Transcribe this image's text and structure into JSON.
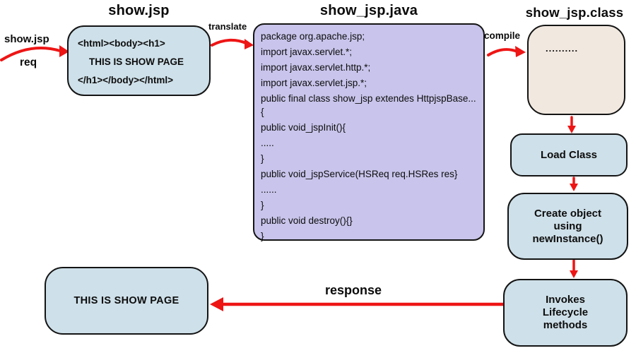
{
  "colors": {
    "background": "#ffffff",
    "box_blue": "#cee0e9",
    "box_purple": "#c8c4eb",
    "box_beige": "#f1e8e0",
    "arrow_red": "#ee1515",
    "border_black": "#141414"
  },
  "request": {
    "file_label": "show.jsp",
    "req_label": "req"
  },
  "jsp_box": {
    "title": "show.jsp",
    "lines": [
      "<html><body><h1>",
      "THIS IS SHOW PAGE",
      "</h1></body></html>"
    ]
  },
  "arrow_labels": {
    "translate": "translate",
    "compile": "compile",
    "response": "response"
  },
  "java_box": {
    "title": "show_jsp.java",
    "lines": [
      "package org.apache.jsp;",
      "import javax.servlet.*;",
      "import javax.servlet.http.*;",
      "import javax.servlet.jsp.*;",
      "public final class show_jsp extendes HttpjspBase...{",
      "public void_jspInit(){",
      ".....",
      "}",
      "public void_jspService(HSReq req.HSRes res}",
      "......",
      "}",
      "public void destroy(){}",
      "}"
    ]
  },
  "class_box": {
    "title": "show_jsp.class",
    "content": ".........."
  },
  "flow": {
    "load_class": "Load Class",
    "create_object": "Create object using newInstance()",
    "invokes": "Invokes Lifecycle methods"
  },
  "output_box": {
    "label": "THIS IS SHOW PAGE"
  }
}
